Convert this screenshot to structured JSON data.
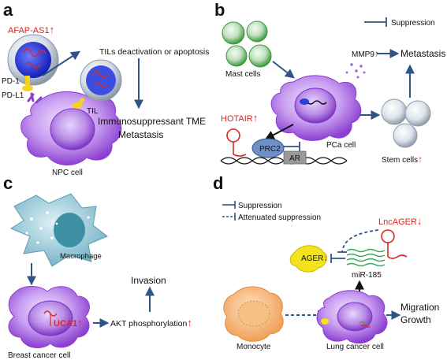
{
  "panels": {
    "a": {
      "letter": "a",
      "gene": "AFAP-AS1",
      "pd1": "PD-1",
      "pdl1": "PD-L1",
      "til": "TIL",
      "effect": "TILs deactivation or apoptosis",
      "outcome_line1": "Immunosuppressant TME",
      "outcome_line2": "Metastasis",
      "cell": "NPC cell"
    },
    "b": {
      "letter": "b",
      "legend": "Suppression",
      "mast": "Mast cells",
      "mmp": "MMP9",
      "metastasis": "Metastasis",
      "hotair": "HOTAIR",
      "prc2": "PRC2",
      "ar": "AR",
      "cell": "PCa cell",
      "stem": "Stem cells"
    },
    "c": {
      "letter": "c",
      "macrophage": "Macrophage",
      "gene": "UCA1",
      "akt": "AKT phosphorylation",
      "invasion": "Invasion",
      "cell": "Breast cancer cell"
    },
    "d": {
      "letter": "d",
      "legend_suppression": "Suppression",
      "legend_attenuated": "Attenuated suppression",
      "lnc": "LncAGER",
      "ager": "AGER",
      "mir": "miR-185",
      "monocyte": "Monocyte",
      "cell": "Lung cancer cell",
      "out1": "Migration",
      "out2": "Growth"
    }
  },
  "arrows": {
    "up": "↑",
    "down": "↓"
  },
  "colors": {
    "arrow": "#2f5488",
    "highlight": "#e0261b",
    "cell_purple": "#8c3fd0",
    "nucleus_blue": "#1e2fc8",
    "macrophage_teal": "#7fb9c9",
    "monocyte_orange": "#f2a65a",
    "mast_green": "#3c9a3c",
    "stem_grey": "#b9c4d0",
    "ager_yellow": "#f4e21a"
  }
}
